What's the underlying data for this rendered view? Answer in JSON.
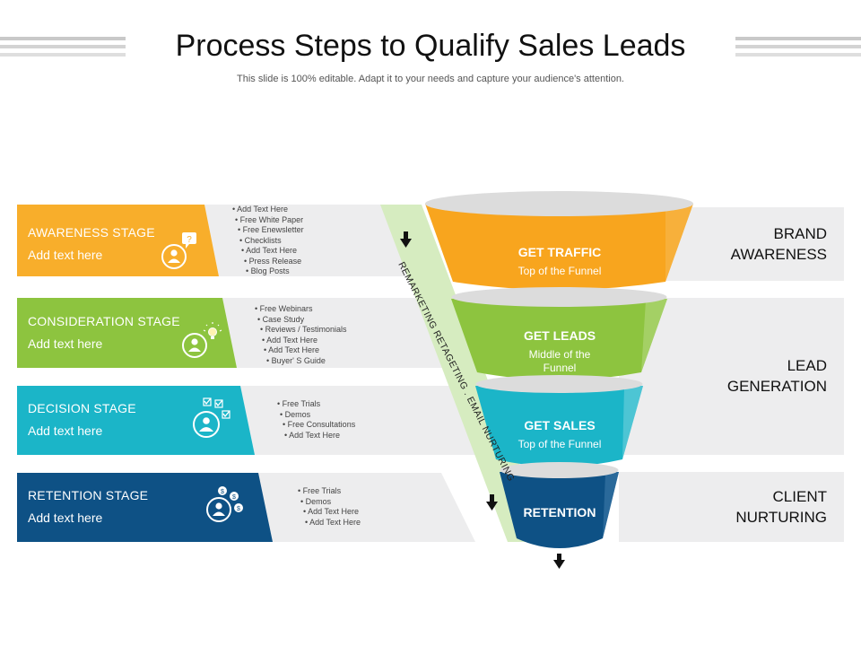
{
  "header": {
    "title": "Process Steps to Qualify Sales Leads",
    "subtitle": "This slide is 100% editable. Adapt it to your needs and capture your audience's attention."
  },
  "colors": {
    "awareness": "#F8AE2B",
    "consideration": "#8DC43F",
    "decision": "#1BB5C8",
    "retention": "#0E5185",
    "band": "#EDEDEE",
    "diagonal": "#D6ECC0",
    "funnel_top_ellipse": "#D9D9D9"
  },
  "stages": [
    {
      "title": "AWARENESS STAGE",
      "subtitle": "Add text here",
      "icon": "user-question-icon",
      "bullets": [
        "Add Text Here",
        "Free White Paper",
        "Free Enewsletter",
        "Checklists",
        "Add Text Here",
        "Press Release",
        "Blog Posts"
      ]
    },
    {
      "title": "CONSIDERATION STAGE",
      "subtitle": "Add text here",
      "icon": "user-lightbulb-icon",
      "bullets": [
        "Free Webinars",
        "Case Study",
        "Reviews / Testimonials",
        "Add Text Here",
        "Add Text Here",
        "Buyer' S Guide"
      ]
    },
    {
      "title": "DECISION STAGE",
      "subtitle": "Add text here",
      "icon": "user-checklist-icon",
      "bullets": [
        "Free Trials",
        "Demos",
        "Free Consultations",
        "Add Text Here"
      ]
    },
    {
      "title": "RETENTION STAGE",
      "subtitle": "Add text here",
      "icon": "user-dollar-icon",
      "bullets": [
        "Free Trials",
        "Demos",
        "Add Text Here",
        "Add Text Here"
      ]
    }
  ],
  "diagonal_label": "REMARKETING  RETAGETING . EMAIL NURTURING",
  "funnel": [
    {
      "title": "GET TRAFFIC",
      "subtitle": "Top of the Funnel"
    },
    {
      "title": "GET LEADS",
      "subtitle": "Middle of the Funnel"
    },
    {
      "title": "GET SALES",
      "subtitle": "Top of the Funnel"
    },
    {
      "title": "RETENTION",
      "subtitle": ""
    }
  ],
  "right_labels": [
    {
      "line1": "BRAND",
      "line2": "AWARENESS"
    },
    {
      "line1": "LEAD",
      "line2": "GENERATION"
    },
    {
      "line1": "CLIENT",
      "line2": "NURTURING"
    }
  ]
}
